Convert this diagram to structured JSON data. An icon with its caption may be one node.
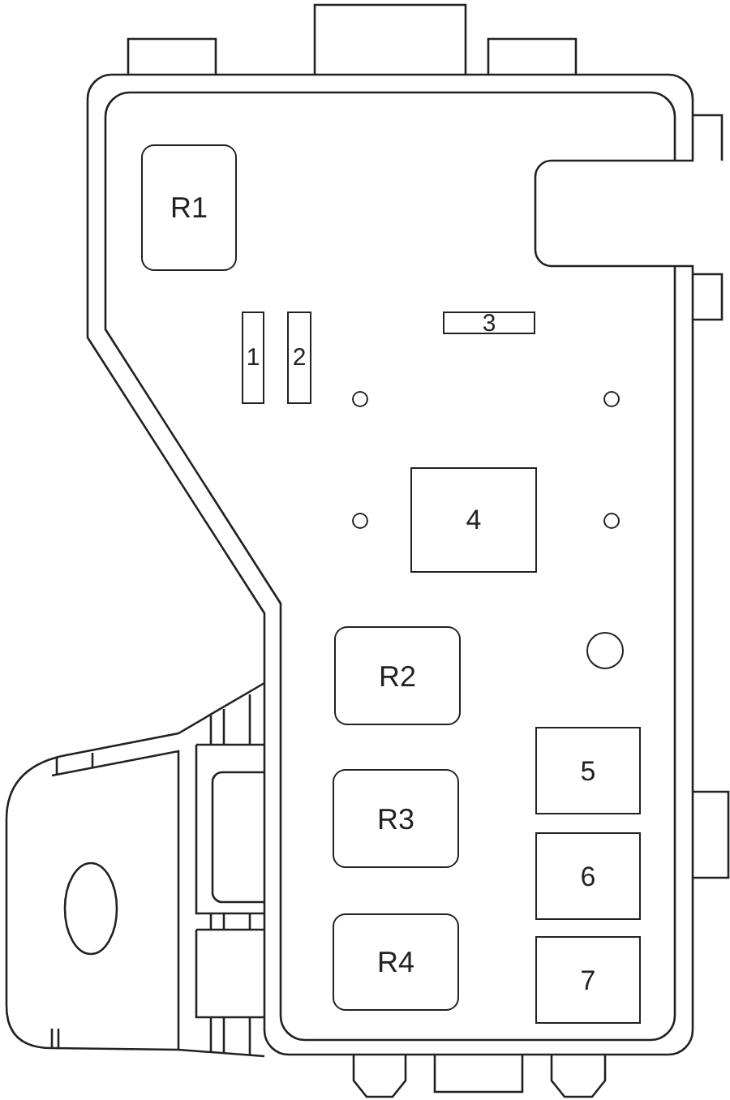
{
  "diagram": {
    "nodes": [
      {
        "text": [
          "R1"
        ]
      },
      {
        "text": [
          "1"
        ]
      },
      {
        "text": [
          "2"
        ]
      },
      {
        "text": [
          "3"
        ]
      },
      {
        "text": [
          "4"
        ]
      },
      {
        "text": [
          "R2"
        ]
      },
      {
        "text": [
          "5"
        ]
      },
      {
        "text": [
          "R3"
        ]
      },
      {
        "text": [
          "6"
        ]
      },
      {
        "text": [
          "R4"
        ]
      },
      {
        "text": [
          "7"
        ]
      }
    ]
  }
}
